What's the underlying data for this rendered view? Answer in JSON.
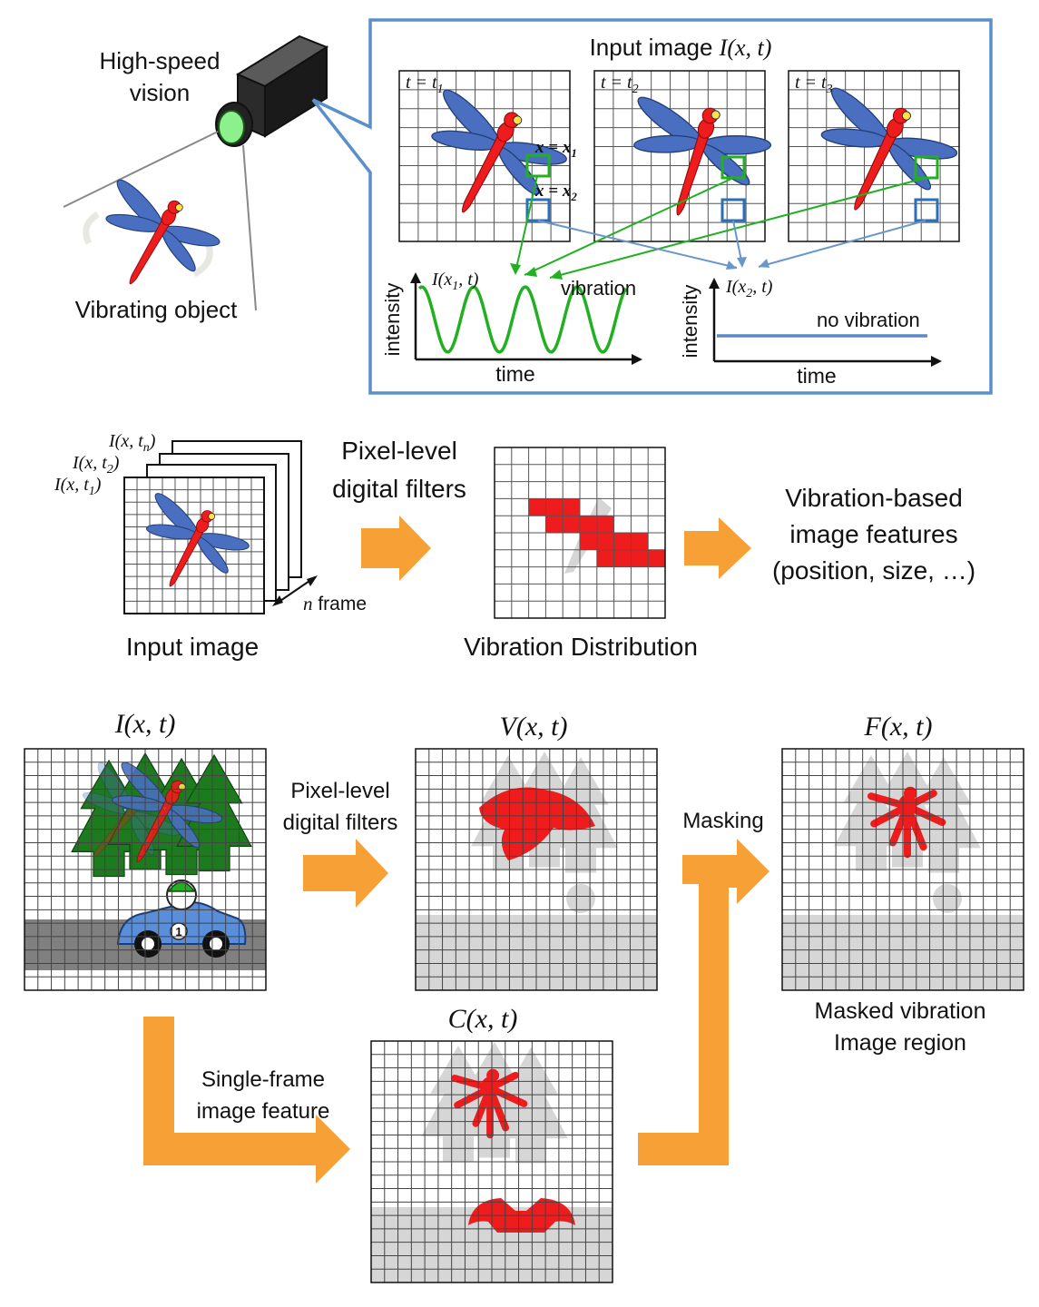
{
  "colors": {
    "frame_border": "#5b8fc9",
    "orange": "#f7a035",
    "red": "#ee1c1c",
    "wing_blue": "#4a6fc0",
    "green_line": "#22b022",
    "blue_line": "#5c88c4",
    "gray_shadow": "#d6d6d6",
    "tree_green": "#1e7a1e",
    "road_gray": "#808080",
    "car_blue": "#5b8ed8"
  },
  "top": {
    "camera_label": [
      "High-speed",
      "vision"
    ],
    "object_label": "Vibrating object",
    "panel_title_text": "Input image ",
    "panel_title_math": "I(x, t)",
    "frames": [
      {
        "label": "t = t",
        "sub": "1"
      },
      {
        "label": "t = t",
        "sub": "2"
      },
      {
        "label": "t = t",
        "sub": "3"
      }
    ],
    "point1": {
      "label": "x = x",
      "sub": "1"
    },
    "point2": {
      "label": "x = x",
      "sub": "2"
    },
    "graph1": {
      "series_label": "I(x",
      "series_sub": "1",
      "series_tail": ", t)",
      "note": "vibration",
      "ylabel": "intensity",
      "xlabel": "time"
    },
    "graph2": {
      "series_label": "I(x",
      "series_sub": "2",
      "series_tail": ", t)",
      "note": "no vibration",
      "ylabel": "intensity",
      "xlabel": "time"
    }
  },
  "middle": {
    "stack_labels": [
      {
        "label": "I(x, t",
        "sub": "n",
        "tail": ")"
      },
      {
        "label": "I(x, t",
        "sub": "2",
        "tail": ")"
      },
      {
        "label": "I(x, t",
        "sub": "1",
        "tail": ")"
      }
    ],
    "nframe_math": "n",
    "nframe_text": " frame",
    "input_caption": "Input image",
    "filter_label": [
      "Pixel-level",
      "digital filters"
    ],
    "dist_caption": "Vibration Distribution",
    "features_label": [
      "Vibration-based",
      "image features",
      "(position, size, …)"
    ]
  },
  "bottom": {
    "I_title": "I(x, t)",
    "V_title": "V(x, t)",
    "F_title": "F(x, t)",
    "C_title": "C(x, t)",
    "filter_label": [
      "Pixel-level",
      "digital filters"
    ],
    "masking_label": "Masking",
    "single_label": [
      "Single-frame",
      "image feature"
    ],
    "masked_caption": [
      "Masked vibration",
      "Image region"
    ],
    "car_number": "1"
  }
}
